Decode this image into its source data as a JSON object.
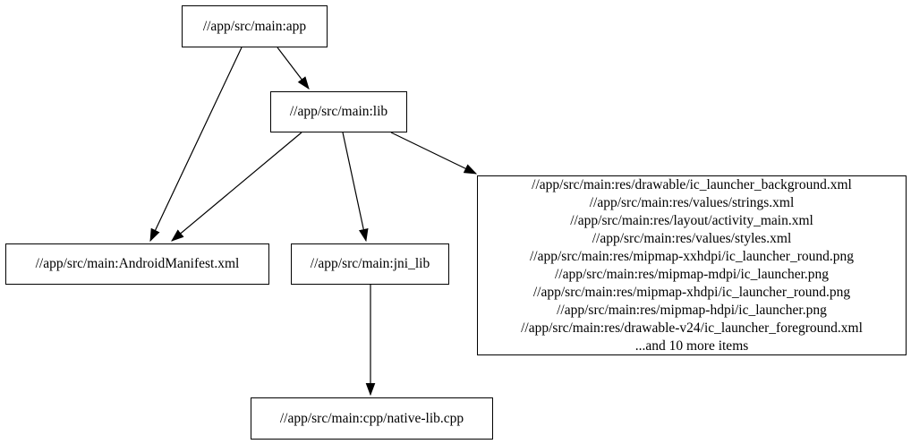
{
  "diagram": {
    "type": "dependency-graph",
    "background_color": "#ffffff",
    "node_border_color": "#000000",
    "edge_color": "#000000",
    "nodes": {
      "app": {
        "label": "//app/src/main:app"
      },
      "lib": {
        "label": "//app/src/main:lib"
      },
      "android_manifest": {
        "label": "//app/src/main:AndroidManifest.xml"
      },
      "jni_lib": {
        "label": "//app/src/main:jni_lib"
      },
      "native_lib_cpp": {
        "label": "//app/src/main:cpp/native-lib.cpp"
      },
      "res_group": {
        "lines": [
          "//app/src/main:res/drawable/ic_launcher_background.xml",
          "//app/src/main:res/values/strings.xml",
          "//app/src/main:res/layout/activity_main.xml",
          "//app/src/main:res/values/styles.xml",
          "//app/src/main:res/mipmap-xxhdpi/ic_launcher_round.png",
          "//app/src/main:res/mipmap-mdpi/ic_launcher.png",
          "//app/src/main:res/mipmap-xhdpi/ic_launcher_round.png",
          "//app/src/main:res/mipmap-hdpi/ic_launcher.png",
          "//app/src/main:res/drawable-v24/ic_launcher_foreground.xml",
          "...and 10 more items"
        ]
      }
    },
    "edges": [
      {
        "from": "app",
        "to": "lib"
      },
      {
        "from": "app",
        "to": "android_manifest"
      },
      {
        "from": "lib",
        "to": "android_manifest"
      },
      {
        "from": "lib",
        "to": "jni_lib"
      },
      {
        "from": "lib",
        "to": "res_group"
      },
      {
        "from": "jni_lib",
        "to": "native_lib_cpp"
      }
    ]
  }
}
